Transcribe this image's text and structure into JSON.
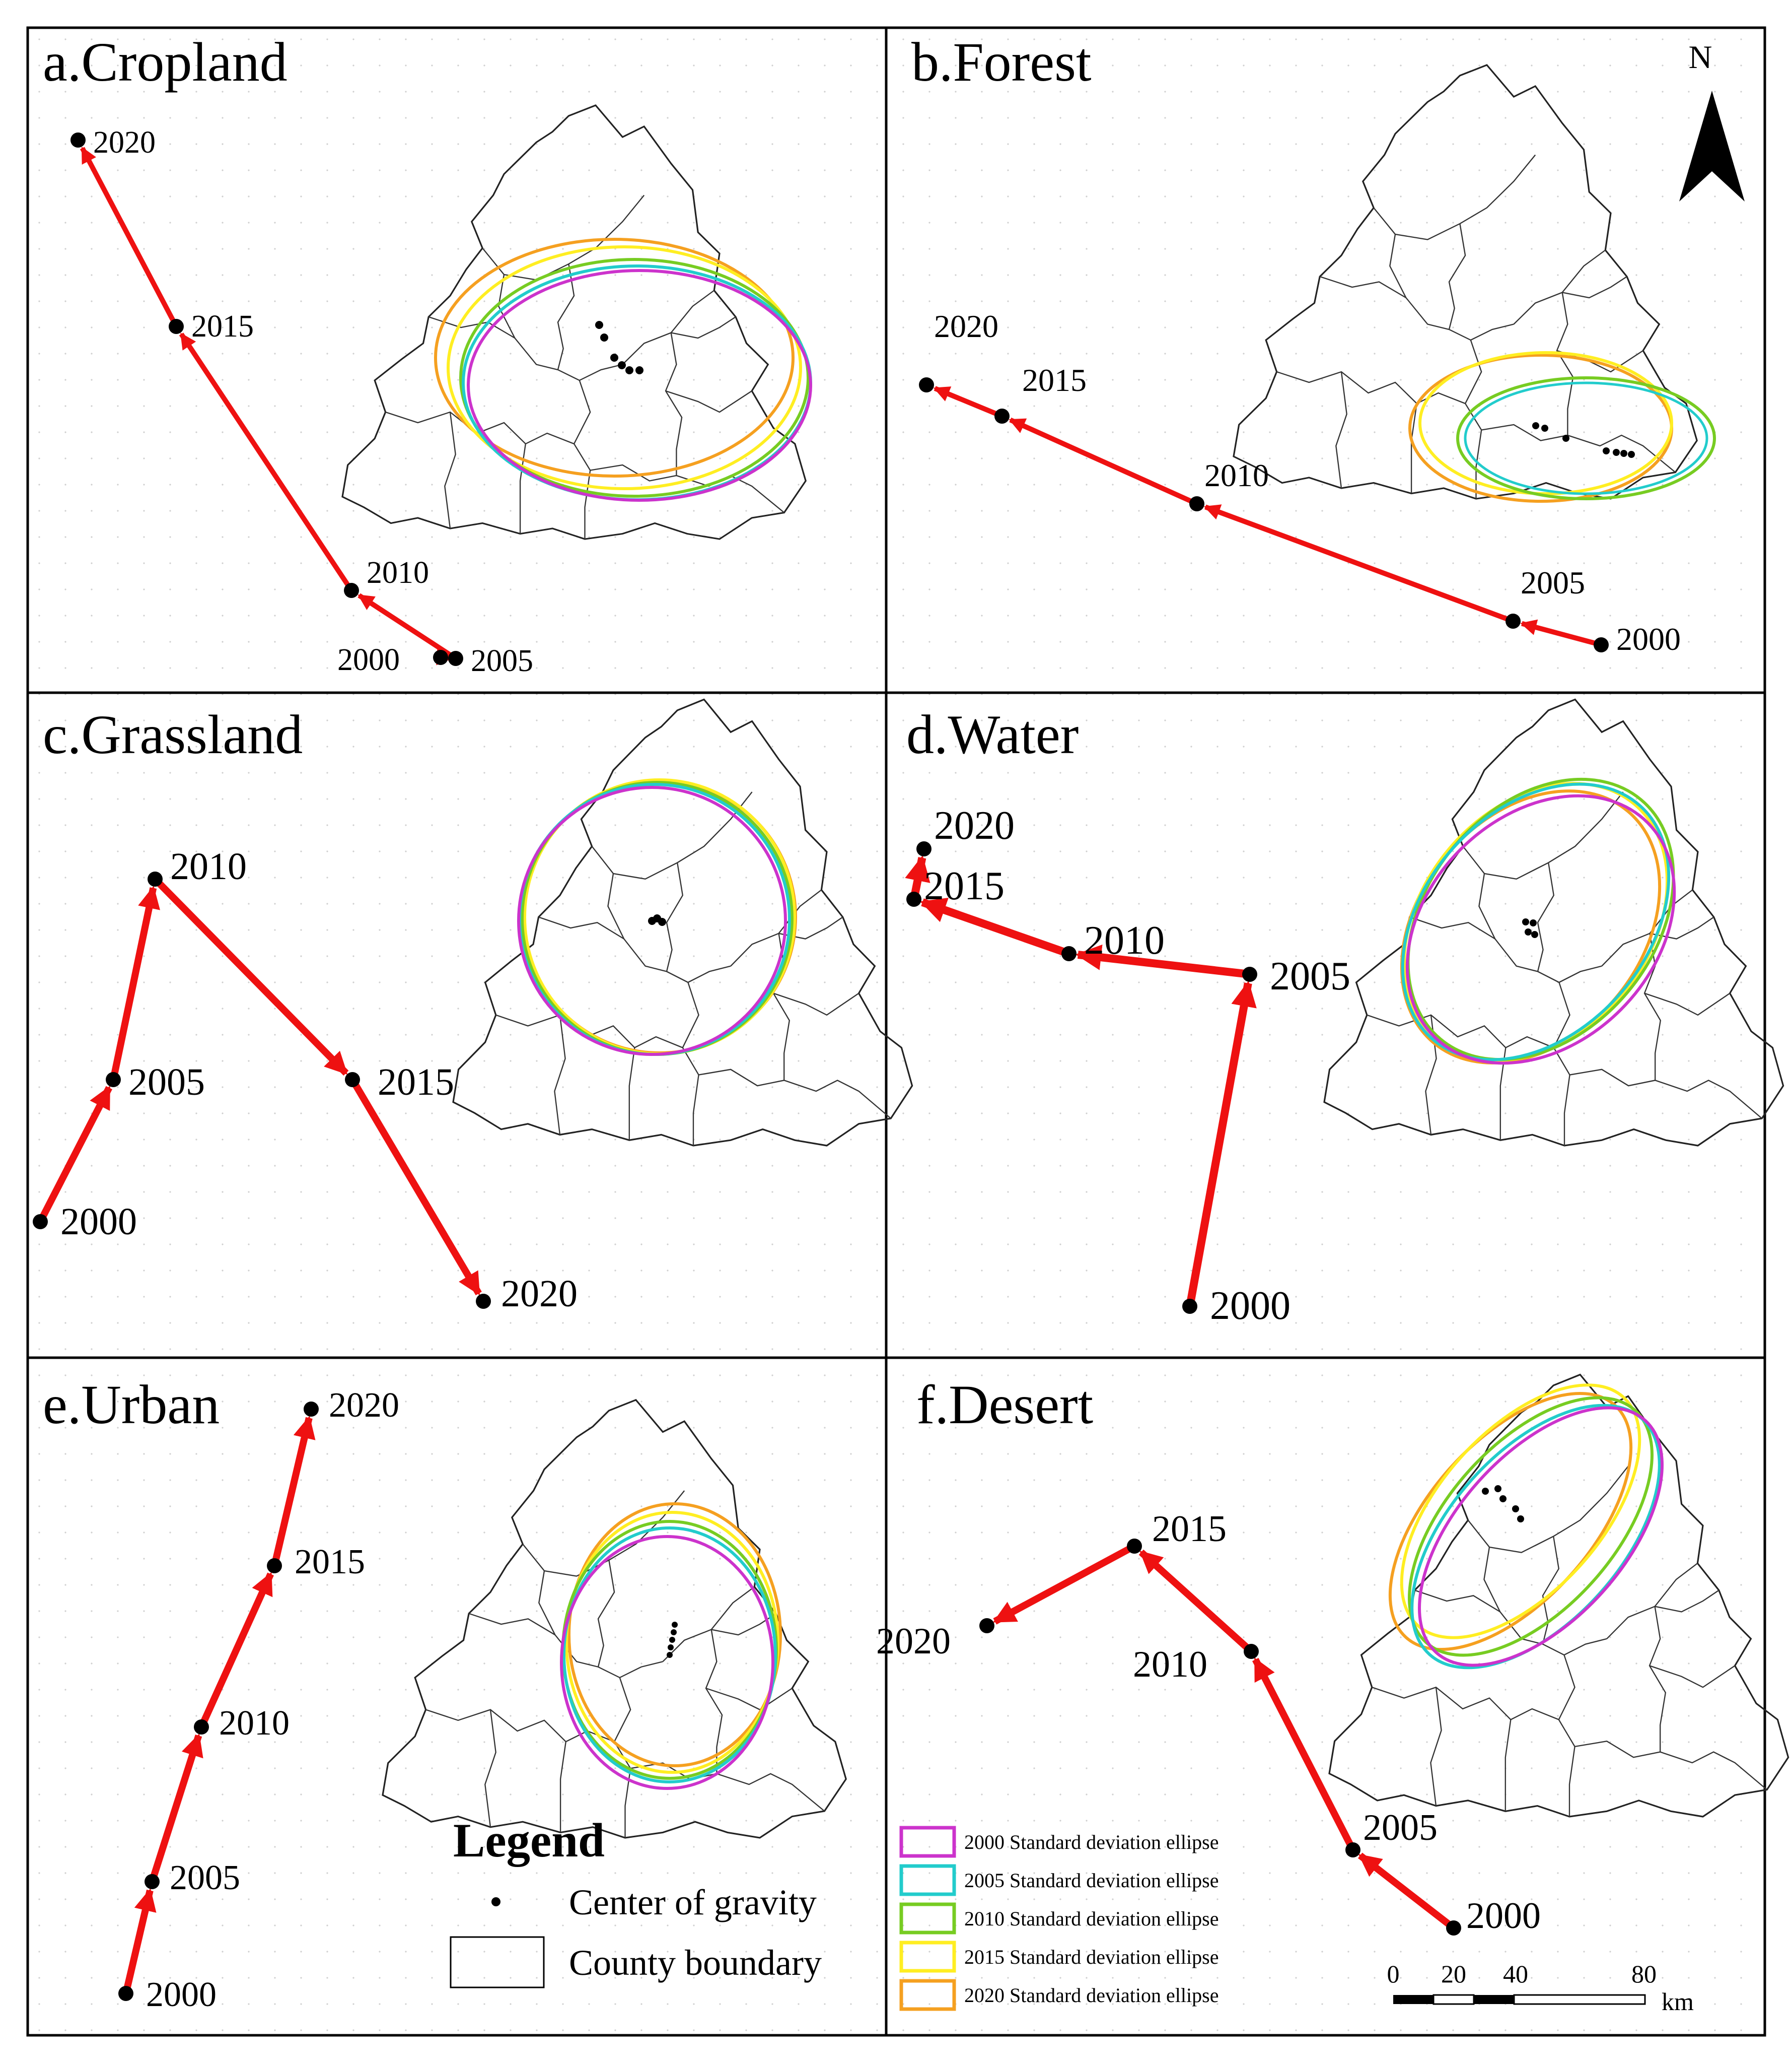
{
  "panels": [
    {
      "id": "a",
      "title": "a.Cropland",
      "years": [
        "2000",
        "2005",
        "2010",
        "2015",
        "2020"
      ]
    },
    {
      "id": "b",
      "title": "b.Forest",
      "years": [
        "2000",
        "2005",
        "2010",
        "2015",
        "2020"
      ]
    },
    {
      "id": "c",
      "title": "c.Grassland",
      "years": [
        "2000",
        "2005",
        "2010",
        "2015",
        "2020"
      ]
    },
    {
      "id": "d",
      "title": "d.Water",
      "years": [
        "2000",
        "2005",
        "2010",
        "2015",
        "2020"
      ]
    },
    {
      "id": "e",
      "title": "e.Urban",
      "years": [
        "2000",
        "2005",
        "2010",
        "2015",
        "2020"
      ]
    },
    {
      "id": "f",
      "title": "f.Desert",
      "years": [
        "2000",
        "2005",
        "2010",
        "2015",
        "2020"
      ]
    }
  ],
  "legend": {
    "title": "Legend",
    "center_label": "Center of gravity",
    "county_label": "County boundary"
  },
  "ellipse_legend": [
    {
      "label": "2000 Standard deviation ellipse",
      "color": "#cc33cc"
    },
    {
      "label": "2005 Standard deviation ellipse",
      "color": "#22cccc"
    },
    {
      "label": "2010 Standard deviation ellipse",
      "color": "#77cc22"
    },
    {
      "label": "2015 Standard deviation ellipse",
      "color": "#ffee22"
    },
    {
      "label": "2020 Standard deviation ellipse",
      "color": "#f5a020"
    }
  ],
  "scale_bar": {
    "ticks": [
      "0",
      "20",
      "40",
      "80"
    ],
    "unit": "km"
  },
  "north": "N",
  "colors": {
    "arrow": "#ee1111",
    "point": "#000000"
  }
}
